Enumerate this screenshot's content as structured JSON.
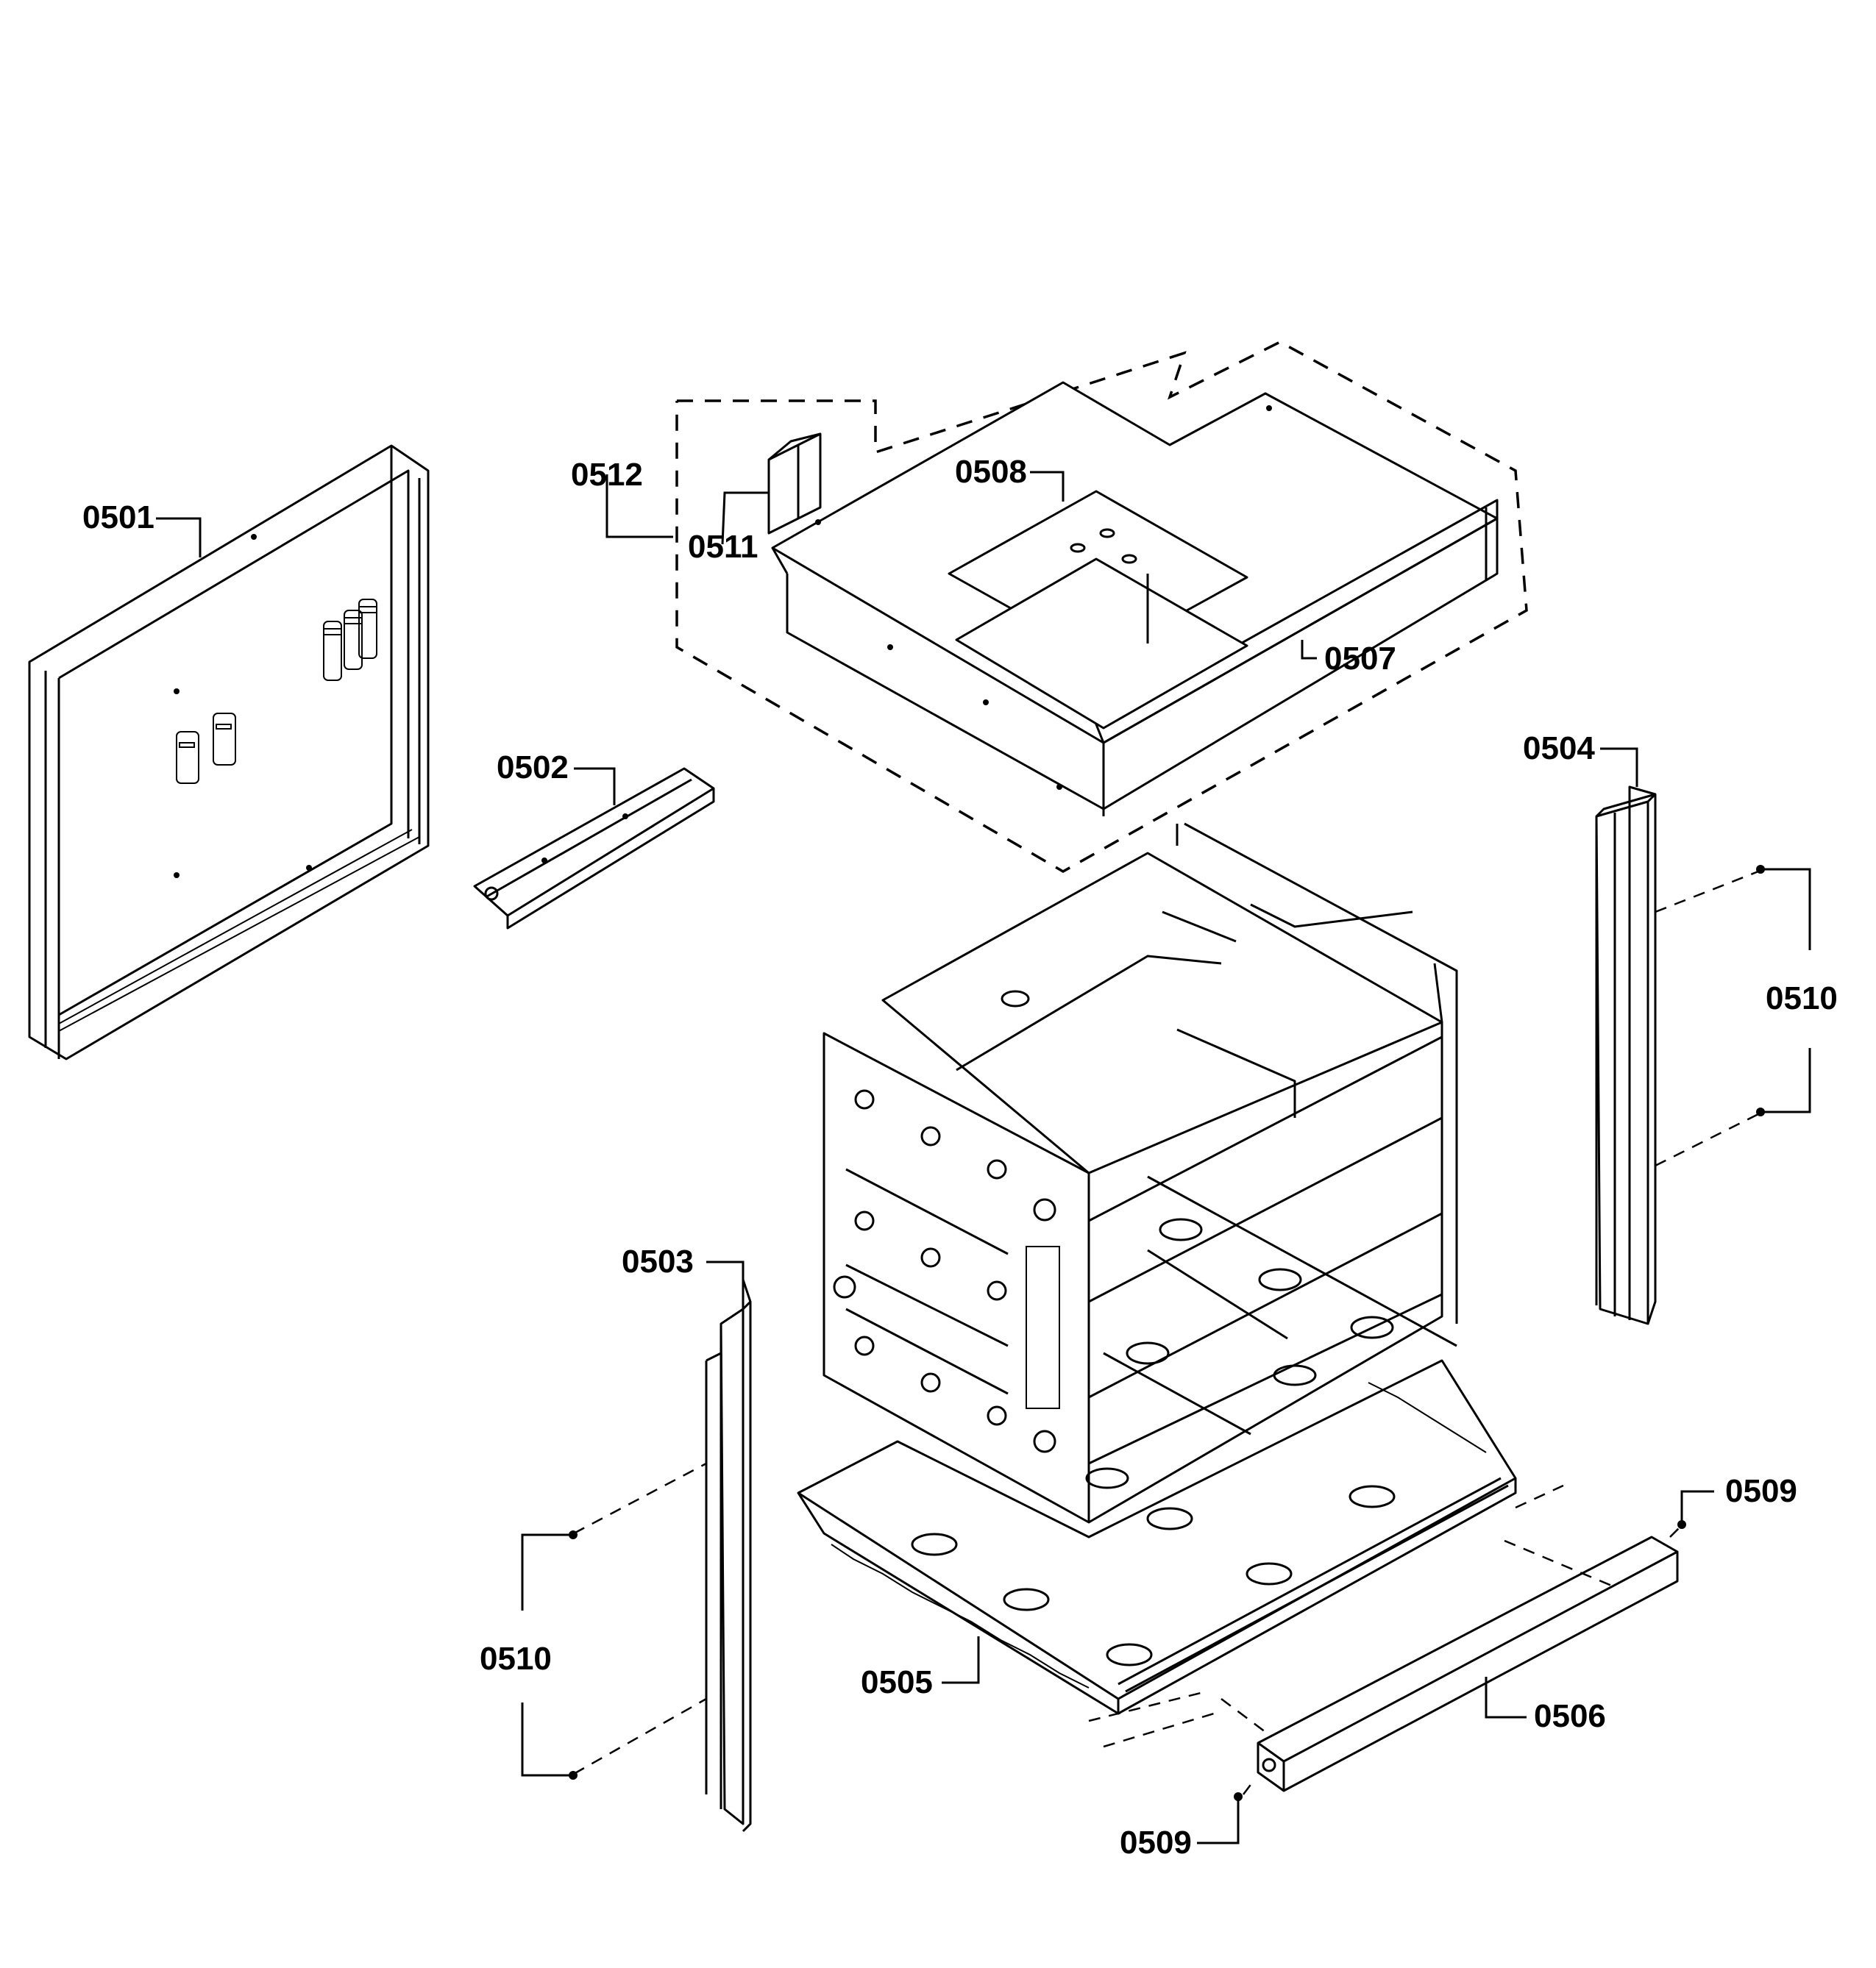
{
  "diagram": {
    "labels": {
      "p0501": "0501",
      "p0502": "0502",
      "p0503": "0503",
      "p0504": "0504",
      "p0505": "0505",
      "p0506": "0506",
      "p0507": "0507",
      "p0508": "0508",
      "p0509_top": "0509",
      "p0509_bottom": "0509",
      "p0510_right": "0510",
      "p0510_left": "0510",
      "p0511": "0511",
      "p0512": "0512"
    }
  }
}
